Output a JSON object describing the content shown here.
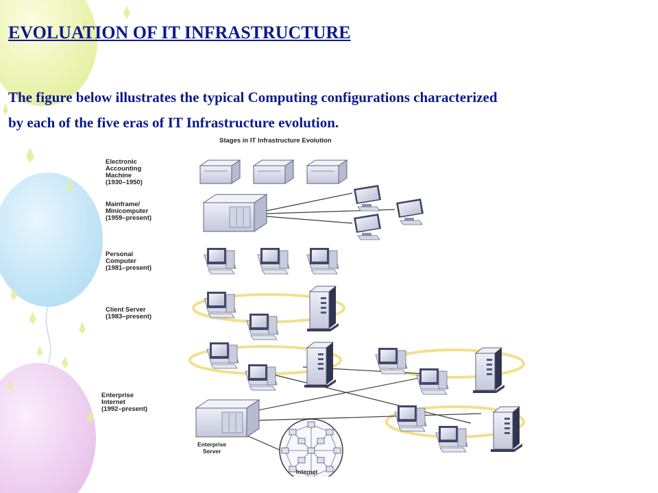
{
  "slide": {
    "title": "EVOLUATION OF IT INFRASTRUCTURE",
    "intro_line1": "The figure below illustrates the typical Computing configurations characterized",
    "intro_line2": "by each of the five eras of IT Infrastructure evolution."
  },
  "figure": {
    "title": "Stages in IT Infrastructure Evolution",
    "eras": [
      {
        "lines": [
          "Electronic",
          "Accounting",
          "Machine",
          "(1930–1950)"
        ]
      },
      {
        "lines": [
          "Mainframe/",
          "Minicomputer",
          "(1959–present)"
        ]
      },
      {
        "lines": [
          "Personal",
          "Computer",
          "(1981–present)"
        ]
      },
      {
        "lines": [
          "Client Server",
          "(1983–present)"
        ]
      },
      {
        "lines": [
          "Enterprise",
          "Internet",
          "(1992–present)"
        ]
      }
    ],
    "enterprise_server_lines": [
      "Enterprise",
      "Server"
    ],
    "internet_label": "Internet"
  },
  "colors": {
    "heading": "#0a1a8c",
    "ring": "#f3df8c",
    "device_body": "#d9dce8",
    "device_edge": "#6a6f88"
  }
}
